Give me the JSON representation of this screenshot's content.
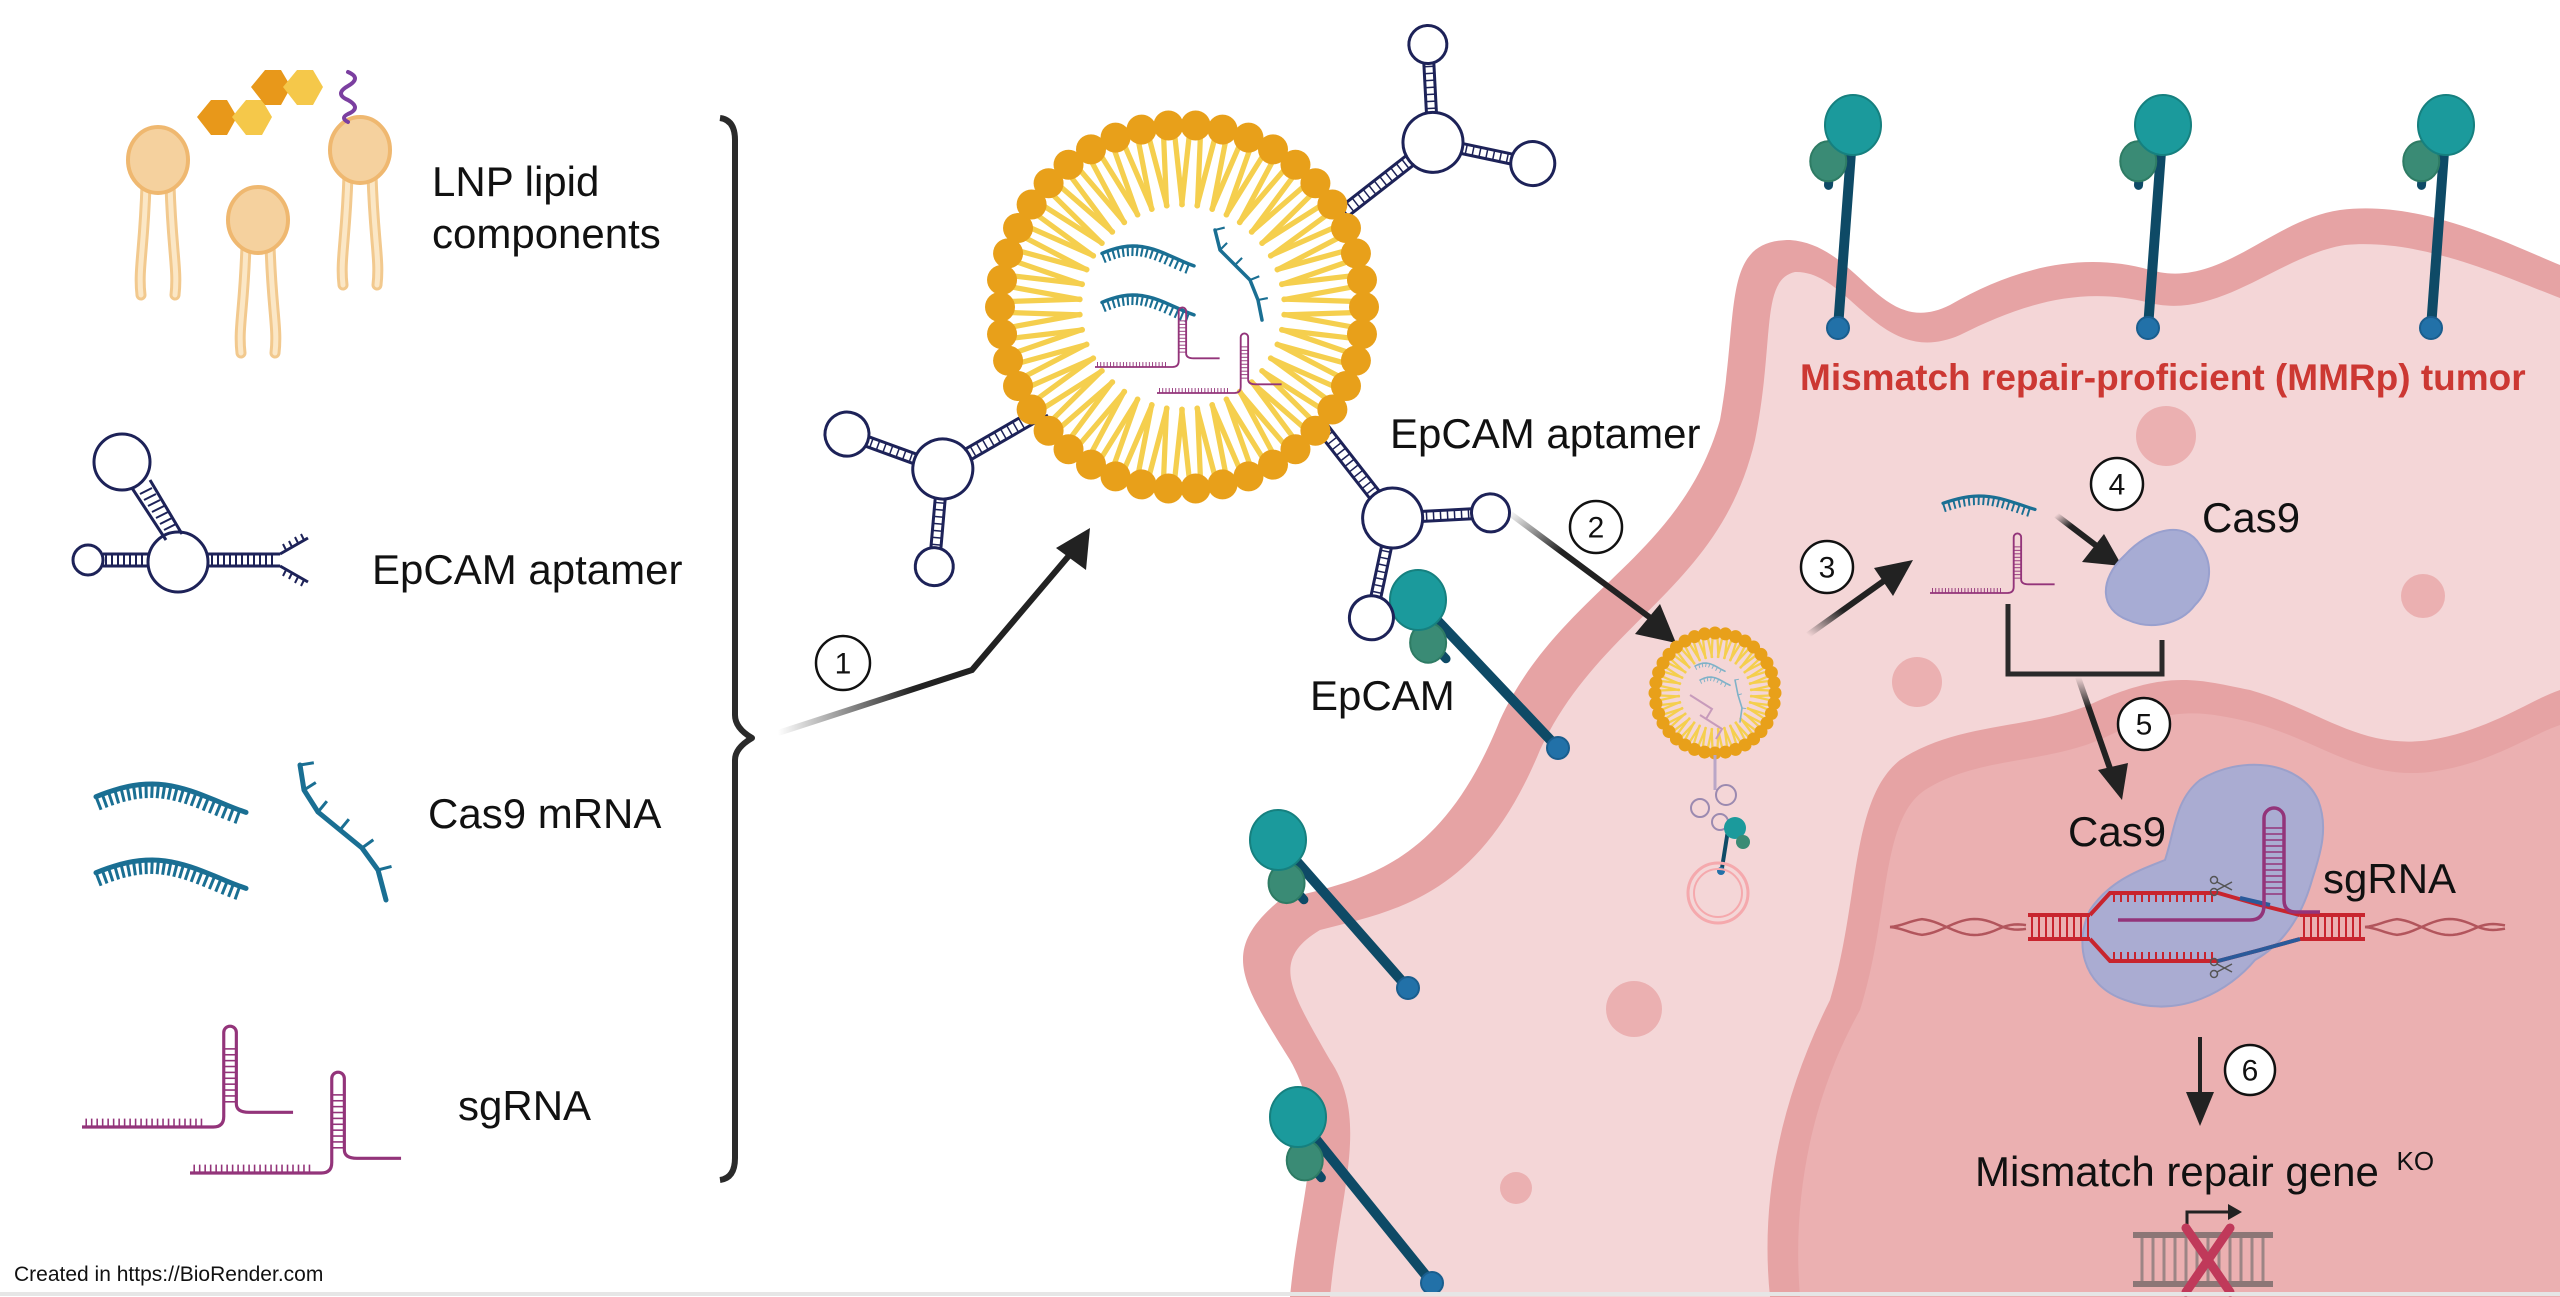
{
  "figure": {
    "credit": "Created in https://BioRender.com",
    "colors": {
      "lipid_head": "#e8a01a",
      "lipid_tail": "#f5cf4e",
      "legend_lipid": "#f5d19e",
      "aptamer": "#1d2258",
      "mrna": "#1a6f93",
      "sgrna": "#93347a",
      "membrane": "#e6a3a4",
      "cytoplasm": "#f4d6d7",
      "nucleus": "#ebb0b1",
      "receptor_stem": "#0e4a66",
      "receptor_head": "#1b9a9c",
      "receptor_sub": "#3a8b75",
      "receptor_foot": "#2271a8",
      "cas9": "#a7acd4",
      "dna": "#c8242e",
      "tumor_label": "#cc3833",
      "knockout_x": "#c0395a"
    }
  },
  "legend": {
    "items": [
      {
        "id": "lipid",
        "lines": [
          "LNP lipid",
          "components"
        ]
      },
      {
        "id": "aptamer",
        "lines": [
          "EpCAM aptamer"
        ]
      },
      {
        "id": "mrna",
        "lines": [
          "Cas9 mRNA"
        ]
      },
      {
        "id": "sgrna",
        "lines": [
          "sgRNA"
        ]
      }
    ]
  },
  "labels": {
    "epcam_aptamer": "EpCAM aptamer",
    "epcam": "EpCAM",
    "tumor": "Mismatch repair-proficient (MMRp) tumor",
    "cas9_cytoplasm": "Cas9",
    "cas9_nucleus": "Cas9",
    "sgrna_nucleus": "sgRNA",
    "outcome": "Mismatch repair gene",
    "outcome_superscript": "KO"
  },
  "steps": [
    {
      "n": "1",
      "meaning": "LNP formulation"
    },
    {
      "n": "2",
      "meaning": "EpCAM-mediated uptake"
    },
    {
      "n": "3",
      "meaning": "Endosomal release"
    },
    {
      "n": "4",
      "meaning": "Cas9 translation"
    },
    {
      "n": "5",
      "meaning": "Nuclear entry of Cas9/sgRNA"
    },
    {
      "n": "6",
      "meaning": "Gene knockout"
    }
  ]
}
